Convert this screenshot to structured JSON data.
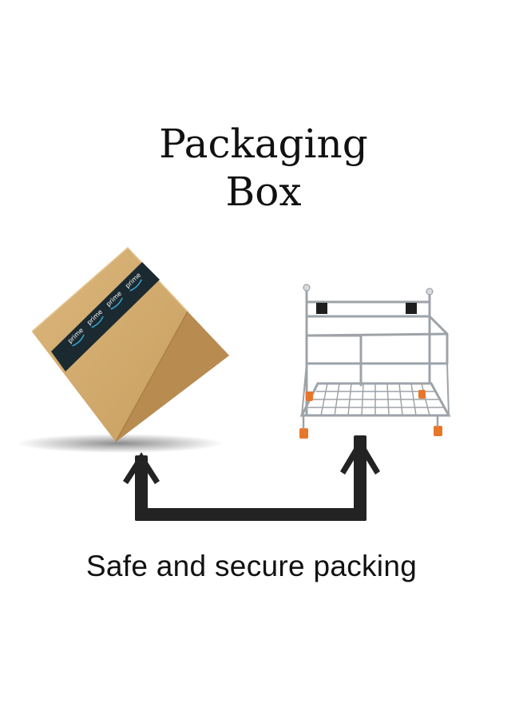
{
  "heading": {
    "line1": "Packaging",
    "line2": "Box"
  },
  "caption": "Safe and secure packing",
  "tape_label": "prime",
  "colors": {
    "box_light": "#d7b177",
    "box_mid": "#c69c5e",
    "box_dark": "#b68b4e",
    "tape": "#1b2a30",
    "tape_logo": "#35a9d8",
    "arrow": "#232323",
    "chrome": "#b8bcc0",
    "rubber_feet": "#e8762a"
  },
  "icons": [
    "cardboard-box-illustration",
    "wire-rack-illustration",
    "connector-arrow"
  ]
}
